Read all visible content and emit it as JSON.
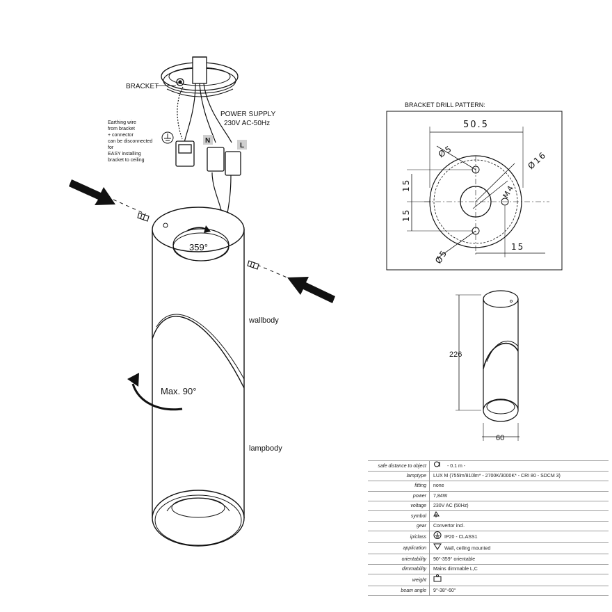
{
  "main_drawing": {
    "bracket_label": "BRACKET",
    "power_supply_line1": "POWER SUPPLY",
    "power_supply_line2": "230V AC-50Hz",
    "neutral_label": "N",
    "live_label": "L",
    "earthing_note": [
      "Earthing wire",
      "from bracket",
      "+ connector",
      "can be disconnected",
      "for",
      "EASY installing",
      "bracket to ceiling"
    ],
    "rotation_label": "359°",
    "tilt_label": "Max. 90°",
    "wallbody_label": "wallbody",
    "lampbody_label": "lampbody"
  },
  "drill_pattern": {
    "title": "BRACKET DRILL PATTERN:",
    "dim_width": "50.5",
    "dim_hole_top": "Ø5",
    "dim_hole_bottom": "Ø5",
    "dim_outer": "Ø16",
    "dim_thread": "M4",
    "dim_left_top": "15",
    "dim_left_bottom": "15",
    "dim_bottom_right": "15"
  },
  "profile": {
    "height_label": "226",
    "width_label": "60"
  },
  "spec_rows": [
    {
      "key": "safe distance to object",
      "value": "- 0.1 m -",
      "icon": "lamp-distance-icon"
    },
    {
      "key": "lamptype",
      "value": "LUX M (755lm/810lm* - 2700K/3000K* - CRI 80 - SDCM 3)"
    },
    {
      "key": "fitting",
      "value": "none"
    },
    {
      "key": "power",
      "value": "7,84W"
    },
    {
      "key": "voltage",
      "value": "230V AC (50Hz)"
    },
    {
      "key": "symbol",
      "value": "",
      "icon": "symbol-icon"
    },
    {
      "key": "gear",
      "value": "Convertor incl."
    },
    {
      "key": "ip/class",
      "value": "IP20 - CLASS1",
      "icon": "earth-class-icon"
    },
    {
      "key": "application",
      "value": "Wall, ceiling mounted",
      "icon": "triangle-icon"
    },
    {
      "key": "orientability",
      "value": "90°-359° orientable"
    },
    {
      "key": "dimmability",
      "value": "Mains dimmable L,C"
    },
    {
      "key": "weight",
      "value": "",
      "icon": "weight-icon"
    },
    {
      "key": "beam angle",
      "value": "9°-38°-60°"
    }
  ]
}
